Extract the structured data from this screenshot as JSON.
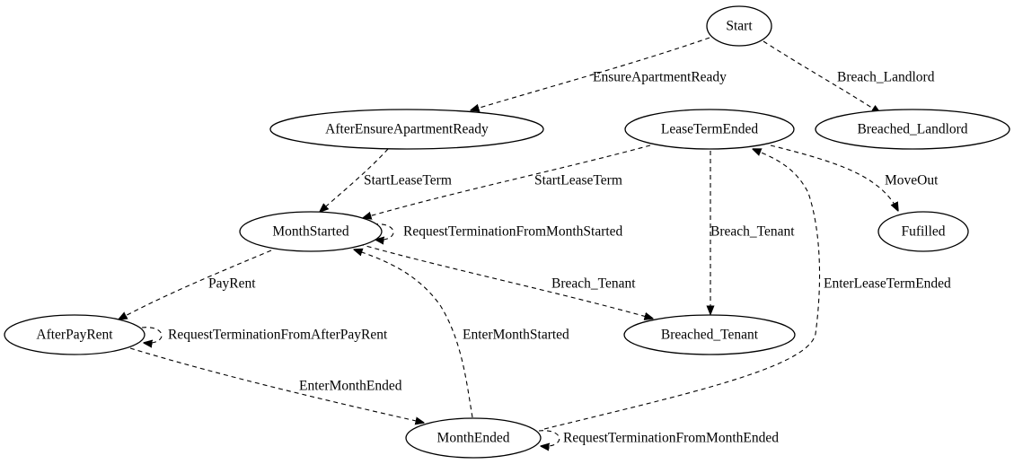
{
  "nodes": {
    "start": "Start",
    "after_ensure_apartment_ready": "AfterEnsureApartmentReady",
    "lease_term_ended": "LeaseTermEnded",
    "breached_landlord": "Breached_Landlord",
    "month_started": "MonthStarted",
    "fufilled": "Fufilled",
    "after_pay_rent": "AfterPayRent",
    "breached_tenant": "Breached_Tenant",
    "month_ended": "MonthEnded"
  },
  "edges": {
    "ensure_apartment_ready": "EnsureApartmentReady",
    "breach_landlord": "Breach_Landlord",
    "start_lease_term_1": "StartLeaseTerm",
    "start_lease_term_2": "StartLeaseTerm",
    "move_out": "MoveOut",
    "request_termination_from_month_started": "RequestTerminationFromMonthStarted",
    "breach_tenant_1": "Breach_Tenant",
    "breach_tenant_2": "Breach_Tenant",
    "enter_lease_term_ended": "EnterLeaseTermEnded",
    "pay_rent": "PayRent",
    "request_termination_from_after_pay_rent": "RequestTerminationFromAfterPayRent",
    "enter_month_started": "EnterMonthStarted",
    "enter_month_ended": "EnterMonthEnded",
    "request_termination_from_month_ended": "RequestTerminationFromMonthEnded"
  }
}
